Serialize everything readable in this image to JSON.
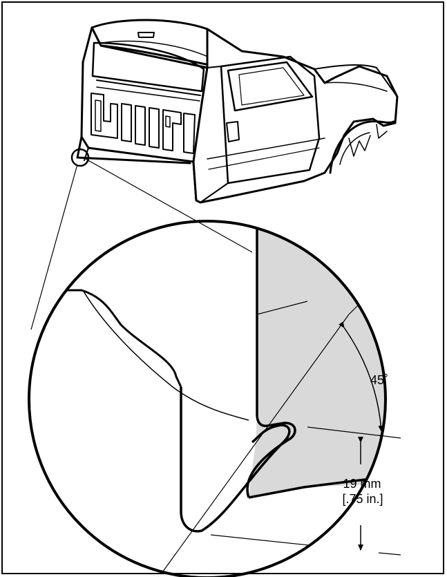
{
  "annotations": {
    "angle": "45˚",
    "distance_metric": "19 mm",
    "distance_imperial": "[.75 in.]"
  },
  "colors": {
    "line": "#000000",
    "shade": "#d9d9d9",
    "background": "#ffffff"
  }
}
